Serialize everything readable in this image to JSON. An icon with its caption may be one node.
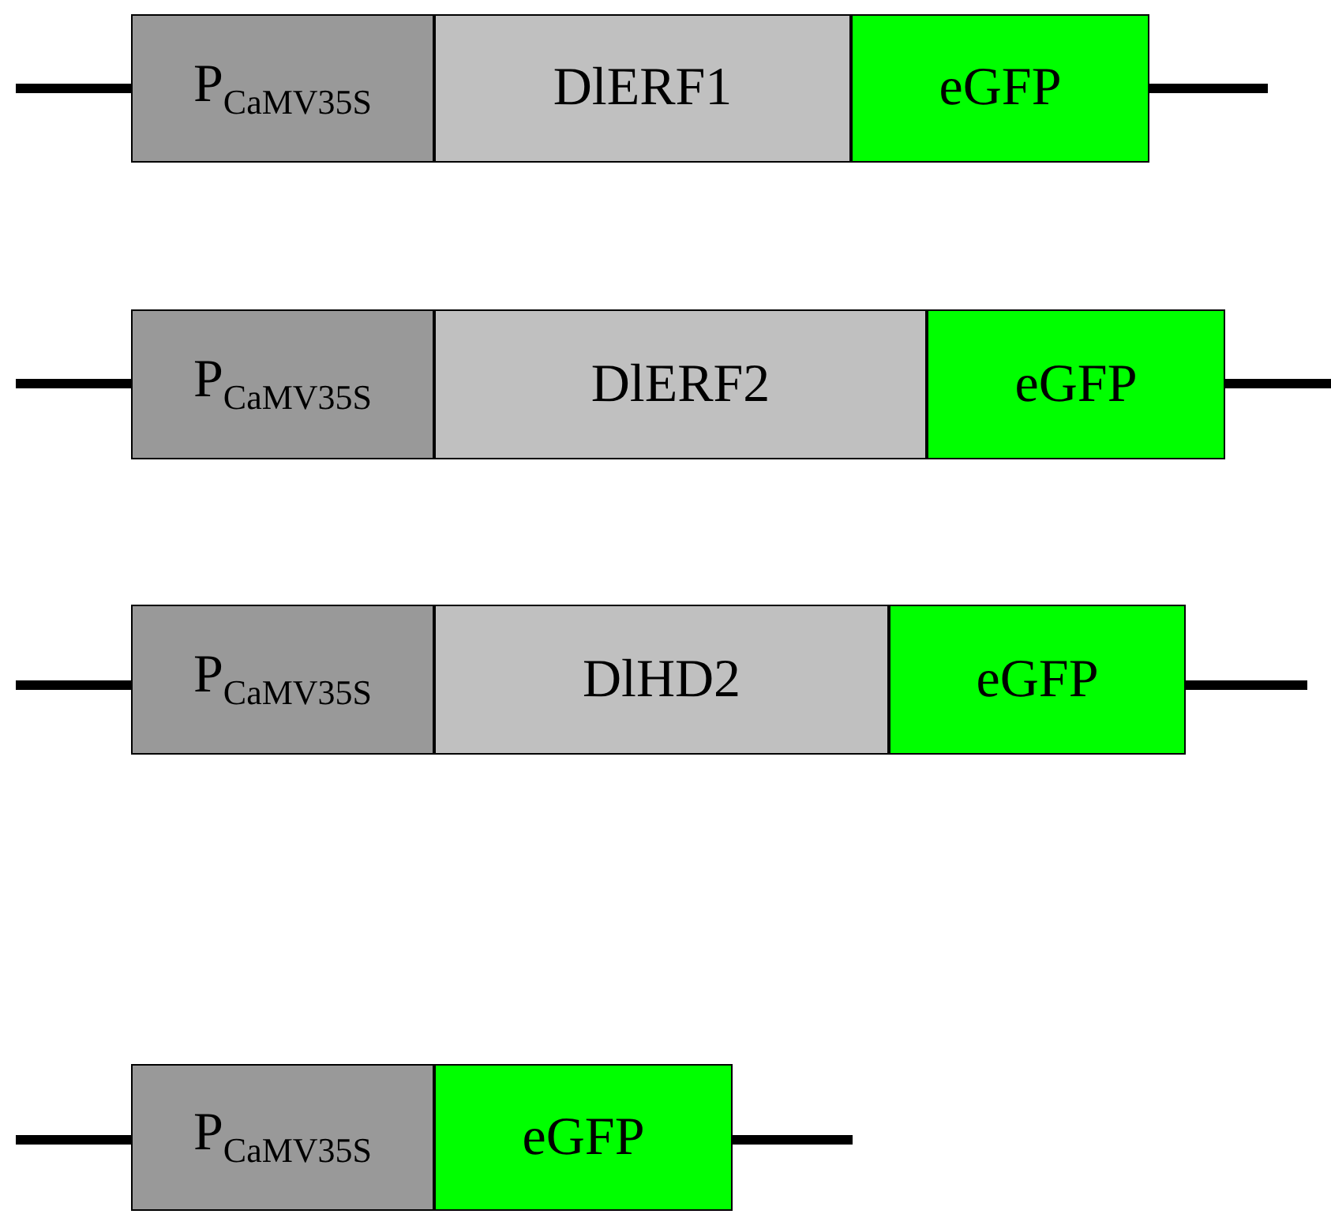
{
  "diagram": {
    "nodes": [
      {
        "text": [
          "P$_{CaMV35S}$"
        ]
      },
      {
        "text": [
          "DlERF1"
        ]
      },
      {
        "text": [
          "eGFP"
        ]
      },
      {
        "text": [
          "P$_{CaMV35S}$"
        ]
      },
      {
        "text": [
          "DlERF2"
        ]
      },
      {
        "text": [
          "eGFP"
        ]
      },
      {
        "text": [
          "P$_{CaMV35S}$"
        ]
      },
      {
        "text": [
          "DlHD2"
        ]
      },
      {
        "text": [
          "eGFP"
        ]
      },
      {
        "text": [
          "P$_{CaMV35S}$"
        ]
      },
      {
        "text": [
          "eGFP"
        ]
      }
    ]
  }
}
